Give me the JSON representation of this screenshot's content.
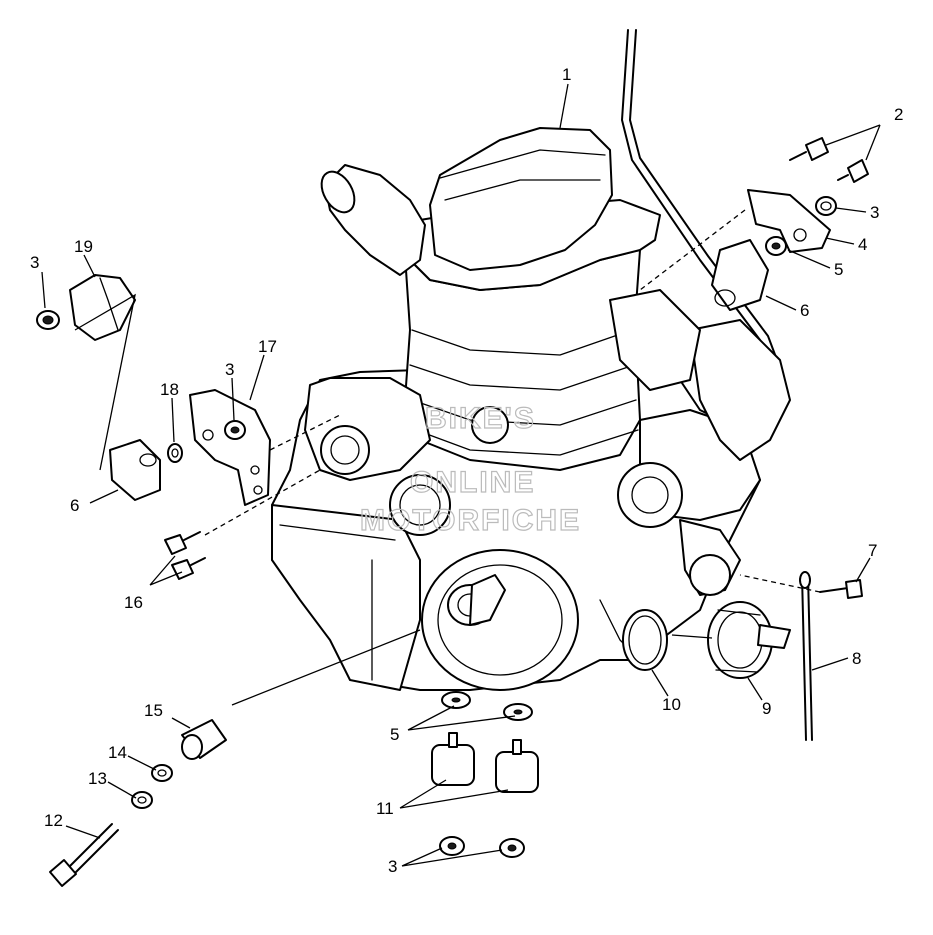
{
  "callouts": [
    {
      "id": "c1",
      "label": "1"
    },
    {
      "id": "c2",
      "label": "2"
    },
    {
      "id": "c3a",
      "label": "3"
    },
    {
      "id": "c4",
      "label": "4"
    },
    {
      "id": "c5a",
      "label": "5"
    },
    {
      "id": "c6a",
      "label": "6"
    },
    {
      "id": "c3b",
      "label": "3"
    },
    {
      "id": "c19",
      "label": "19"
    },
    {
      "id": "c3c",
      "label": "3"
    },
    {
      "id": "c17",
      "label": "17"
    },
    {
      "id": "c18",
      "label": "18"
    },
    {
      "id": "c6b",
      "label": "6"
    },
    {
      "id": "c16",
      "label": "16"
    },
    {
      "id": "c7",
      "label": "7"
    },
    {
      "id": "c8",
      "label": "8"
    },
    {
      "id": "c9",
      "label": "9"
    },
    {
      "id": "c10",
      "label": "10"
    },
    {
      "id": "c15",
      "label": "15"
    },
    {
      "id": "c5b",
      "label": "5"
    },
    {
      "id": "c14",
      "label": "14"
    },
    {
      "id": "c11",
      "label": "11"
    },
    {
      "id": "c13",
      "label": "13"
    },
    {
      "id": "c12",
      "label": "12"
    },
    {
      "id": "c3d",
      "label": "3"
    }
  ],
  "watermark": {
    "line1": "BIKE'S",
    "line2": "ONLINE",
    "line3": "MOTORFICHE"
  },
  "colors": {
    "ink": "#000000",
    "paper": "#ffffff",
    "watermark": "#bbbbbb"
  }
}
